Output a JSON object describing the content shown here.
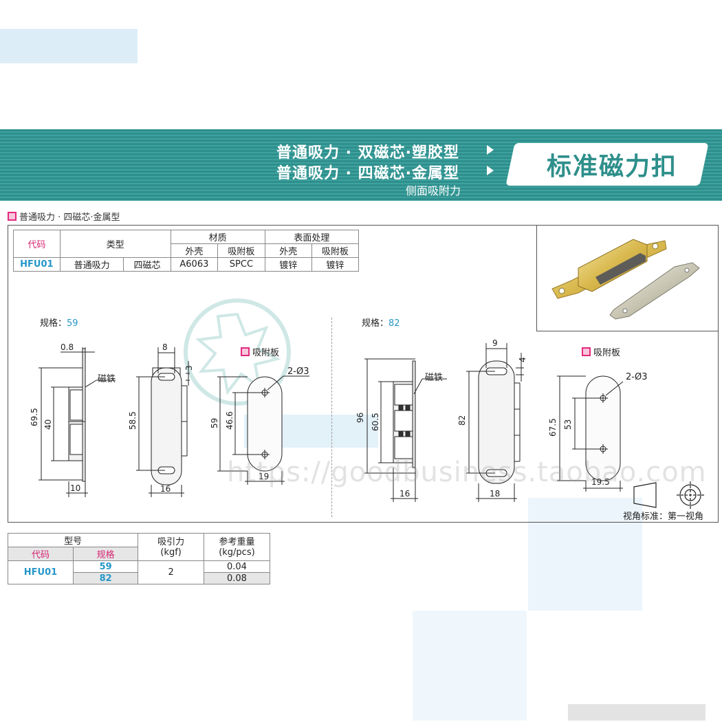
{
  "banner": {
    "line1": "普通吸力 · 双磁芯·塑胶型",
    "line2": "普通吸力 · 四磁芯·金属型",
    "subtitle": "侧面吸附力",
    "title": "标准磁力扣"
  },
  "section": {
    "title": "普通吸力 · 四磁芯·金属型"
  },
  "spec_table": {
    "h_code": "代码",
    "h_type": "类型",
    "h_material": "材质",
    "h_surface": "表面处理",
    "h_shell": "外壳",
    "h_plate": "吸附板",
    "h_shell2": "外壳",
    "h_plate2": "吸附板",
    "row": {
      "code": "HFU01",
      "type1": "普通吸力",
      "type2": "四磁芯",
      "material_shell": "A6063",
      "material_plate": "SPCC",
      "surface_shell": "镀锌",
      "surface_plate": "镀锌"
    }
  },
  "drawing59": {
    "spec_label": "规格：",
    "spec_value": "59",
    "plate_label": "吸附板",
    "magnet_label": "磁铁",
    "hole_label": "2-Ø3",
    "dims": {
      "d0_8": "0.8",
      "d69_5": "69.5",
      "d40": "40",
      "d10": "10",
      "d8": "8",
      "d3": "3",
      "d58_5": "58.5",
      "d16": "16",
      "d59": "59",
      "d46_6": "46.6",
      "d19": "19"
    }
  },
  "drawing82": {
    "spec_label": "规格：",
    "spec_value": "82",
    "plate_label": "吸附板",
    "magnet_label": "磁铁",
    "hole_label": "2-Ø3",
    "dims": {
      "d96": "96",
      "d60_5": "60.5",
      "d16": "16",
      "d9": "9",
      "d4": "4",
      "d82": "82",
      "d18": "18",
      "d67_5": "67.5",
      "d53": "53",
      "d19_5": "19.5"
    }
  },
  "projection_note": "视角标准：第一视角",
  "watermark": "https://goodbusiness.taobao.com",
  "perf_table": {
    "h_model": "型号",
    "h_code": "代码",
    "h_spec": "规格",
    "h_force": "吸引力",
    "h_force_unit": "(kgf)",
    "h_weight": "参考重量",
    "h_weight_unit": "(kg/pcs)",
    "code": "HFU01",
    "rows": [
      {
        "spec": "59",
        "force": "2",
        "weight": "0.04"
      },
      {
        "spec": "82",
        "weight": "0.08"
      }
    ]
  },
  "colors": {
    "banner": "#3a9d9a",
    "accent_pink": "#d62573",
    "accent_blue": "#2596c8"
  }
}
